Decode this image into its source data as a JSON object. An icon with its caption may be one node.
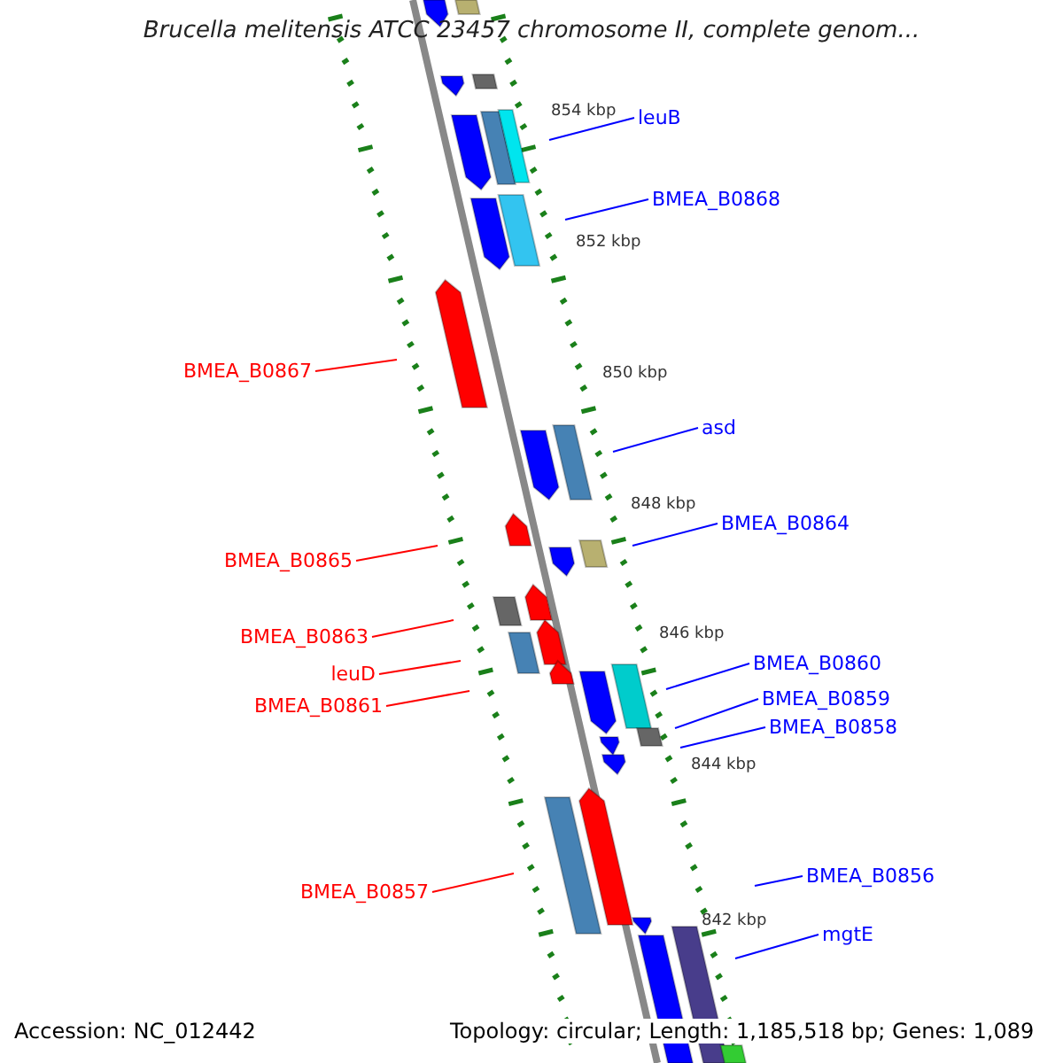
{
  "diagram": {
    "title": "Brucella melitensis ATCC 23457 chromosome II, complete genom...",
    "nodes": [
      {
        "text": [
          "leuB"
        ]
      },
      {
        "text": [
          "BMEA_B0868"
        ]
      },
      {
        "text": [
          "BMEA_B0867"
        ]
      },
      {
        "text": [
          "asd"
        ]
      },
      {
        "text": [
          "BMEA_B0864"
        ]
      },
      {
        "text": [
          "BMEA_B0865"
        ]
      },
      {
        "text": [
          "BMEA_B0863"
        ]
      },
      {
        "text": [
          "BMEA_B0860"
        ]
      },
      {
        "text": [
          "leuD"
        ]
      },
      {
        "text": [
          "BMEA_B0859"
        ]
      },
      {
        "text": [
          "BMEA_B0861"
        ]
      },
      {
        "text": [
          "BMEA_B0858"
        ]
      },
      {
        "text": [
          "BMEA_B0856"
        ]
      },
      {
        "text": [
          "BMEA_B0857"
        ]
      },
      {
        "text": [
          "mgtE"
        ]
      }
    ],
    "edges": [
      {
        "from": 0,
        "to": null,
        "arrow": "none"
      },
      {
        "from": 1,
        "to": null,
        "arrow": "none"
      },
      {
        "from": 2,
        "to": null,
        "arrow": "none",
        "color": "#ff0000"
      },
      {
        "from": 3,
        "to": null,
        "arrow": "none"
      },
      {
        "from": 4,
        "to": null,
        "arrow": "none"
      },
      {
        "from": 5,
        "to": null,
        "arrow": "none",
        "color": "#ff0000"
      },
      {
        "from": 6,
        "to": null,
        "arrow": "none",
        "color": "#ff0000"
      },
      {
        "from": 7,
        "to": null,
        "arrow": "none"
      },
      {
        "from": 8,
        "to": null,
        "arrow": "none",
        "color": "#ff0000"
      },
      {
        "from": 9,
        "to": null,
        "arrow": "none"
      },
      {
        "from": 10,
        "to": null,
        "arrow": "none",
        "color": "#ff0000"
      },
      {
        "from": 11,
        "to": null,
        "arrow": "none"
      },
      {
        "from": 12,
        "to": null,
        "arrow": "none"
      },
      {
        "from": 13,
        "to": null,
        "arrow": "none",
        "color": "#ff0000"
      },
      {
        "from": 14,
        "to": null,
        "arrow": "none"
      }
    ],
    "labels": [
      "854 kbp",
      "852 kbp",
      "850 kbp",
      "848 kbp",
      "846 kbp",
      "844 kbp",
      "842 kbp",
      "Accession: NC_012442",
      "Topology: circular; Length: 1,185,518 bp; Genes: 1,089"
    ]
  }
}
